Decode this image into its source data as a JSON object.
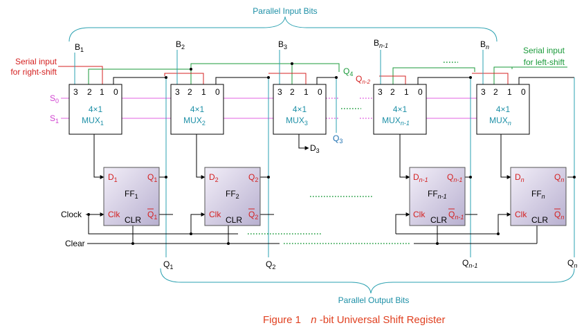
{
  "labels": {
    "parallel_input": "Parallel Input Bits",
    "parallel_output": "Parallel Output Bits",
    "serial_right_line1": "Serial input",
    "serial_right_line2": "for right-shift",
    "serial_left_line1": "Serial input",
    "serial_left_line2": "for left-shift",
    "clock": "Clock",
    "clear": "Clear",
    "s0": "S",
    "s0_sub": "0",
    "s1": "S",
    "s1_sub": "1",
    "caption_prefix": "Figure 1",
    "caption_italic": "n",
    "caption_rest": "-bit Universal Shift Register"
  },
  "mux_inputs": [
    "3",
    "2",
    "1",
    "0"
  ],
  "muxes": [
    {
      "line1": "4×1",
      "name": "MUX",
      "sub": "1"
    },
    {
      "line1": "4×1",
      "name": "MUX",
      "sub": "2"
    },
    {
      "line1": "4×1",
      "name": "MUX",
      "sub": "3"
    },
    {
      "line1": "4×1",
      "name": "MUX",
      "sub": "n-1"
    },
    {
      "line1": "4×1",
      "name": "MUX",
      "sub": "n"
    }
  ],
  "ffs": [
    {
      "d": "D",
      "sub": "1",
      "name": "FF",
      "q": "Q",
      "qbar": "Q",
      "clk": "Clk",
      "clr": "CLR"
    },
    {
      "d": "D",
      "sub": "2",
      "name": "FF",
      "q": "Q",
      "qbar": "Q",
      "clk": "Clk",
      "clr": "CLR"
    },
    {
      "d": "D",
      "sub": "n-1",
      "name": "FF",
      "q": "Q",
      "qbar": "Q",
      "clk": "Clk",
      "clr": "CLR"
    },
    {
      "d": "D",
      "sub": "n",
      "name": "FF",
      "q": "Q",
      "qbar": "Q",
      "clk": "Clk",
      "clr": "CLR"
    }
  ],
  "inputs_b": [
    {
      "name": "B",
      "sub": "1"
    },
    {
      "name": "B",
      "sub": "2"
    },
    {
      "name": "B",
      "sub": "3"
    },
    {
      "name": "B",
      "sub": "n-1"
    },
    {
      "name": "B",
      "sub": "n"
    }
  ],
  "outputs_q": [
    {
      "name": "Q",
      "sub": "1"
    },
    {
      "name": "Q",
      "sub": "2"
    },
    {
      "name": "Q",
      "sub": "n-1"
    },
    {
      "name": "Q",
      "sub": "n"
    }
  ],
  "extra_labels": {
    "q4": "Q",
    "q4_sub": "4",
    "qn2": "Q",
    "qn2_sub": "n-2",
    "q3": "Q",
    "q3_sub": "3",
    "d3": "D",
    "d3_sub": "3"
  },
  "colors": {
    "teal": "#1c8fa6",
    "red": "#d42020",
    "magenta": "#d040d0",
    "green": "#1a9a3a",
    "ff_fill": "#c8c0e0"
  }
}
